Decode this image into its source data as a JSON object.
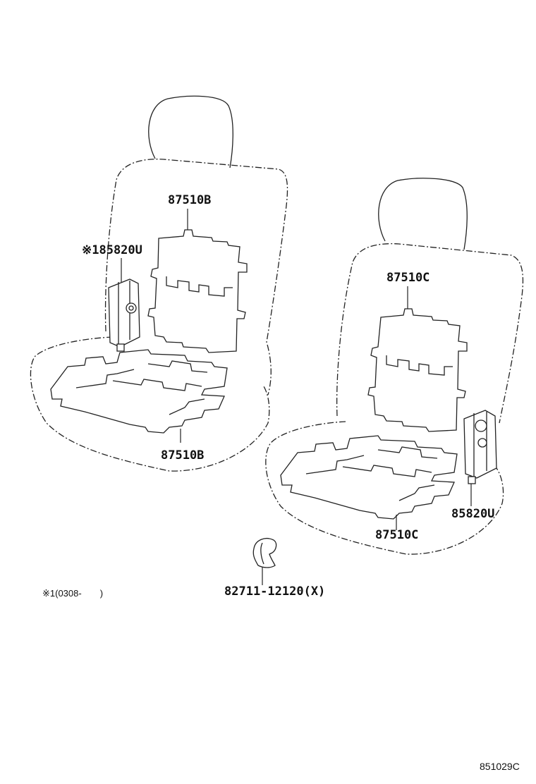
{
  "labels": {
    "left_backrest_heater": "87510B",
    "left_sensor": "※185820U",
    "left_cushion_heater": "87510B",
    "right_backrest_heater": "87510C",
    "right_cushion_heater": "87510C",
    "right_sensor": "85820U",
    "clamp": "82711-12120(X)"
  },
  "footnote": "※1(0308-　　)",
  "diagram_code": "851029C"
}
